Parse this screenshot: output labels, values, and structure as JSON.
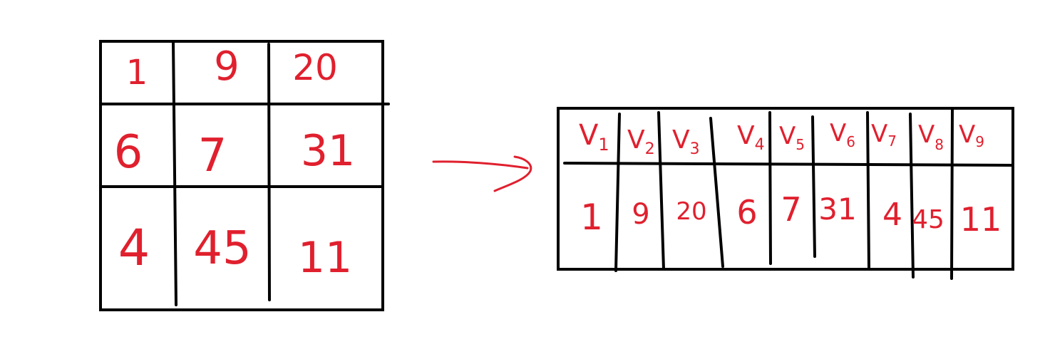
{
  "colors": {
    "ink": "#e0202e",
    "grid": "#000000",
    "background": "#ffffff"
  },
  "matrix": {
    "rows": [
      [
        "1",
        "9",
        "20"
      ],
      [
        "6",
        "7",
        "31"
      ],
      [
        "4",
        "45",
        "11"
      ]
    ]
  },
  "arrow": {
    "icon": "right-arrow-icon"
  },
  "vector": {
    "headers": [
      {
        "base": "V",
        "sub": "1"
      },
      {
        "base": "V",
        "sub": "2"
      },
      {
        "base": "V",
        "sub": "3"
      },
      {
        "base": "V",
        "sub": "4"
      },
      {
        "base": "V",
        "sub": "5"
      },
      {
        "base": "V",
        "sub": "6"
      },
      {
        "base": "V",
        "sub": "7"
      },
      {
        "base": "V",
        "sub": "8"
      },
      {
        "base": "V",
        "sub": "9"
      }
    ],
    "values": [
      "1",
      "9",
      "20",
      "6",
      "7",
      "31",
      "4",
      "45",
      "11"
    ]
  }
}
